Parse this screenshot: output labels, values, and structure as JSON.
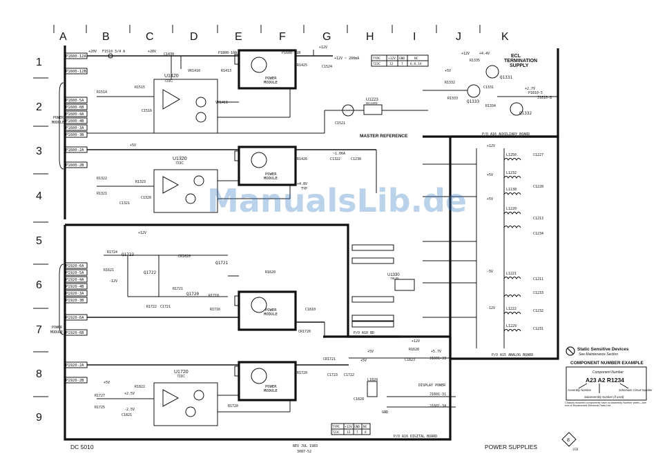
{
  "columns": [
    "A",
    "B",
    "C",
    "D",
    "E",
    "F",
    "G",
    "H",
    "I",
    "J",
    "K"
  ],
  "rows": [
    "1",
    "2",
    "3",
    "4",
    "5",
    "6",
    "7",
    "8",
    "9"
  ],
  "footer": {
    "left": "DC 5010",
    "rev": "REV JUL 1983",
    "docnum": "3087-52",
    "right": "POWER SUPPLIES",
    "badge": "8",
    "badge_code": "JCB"
  },
  "watermark": "ManualsLib.de",
  "headings": {
    "master_reference": "MASTER REFERENCE",
    "ecl": [
      "ECL",
      "TERMINATION",
      "SUPPLY"
    ]
  },
  "regulators": {
    "u1420": [
      "U1420",
      "723C"
    ],
    "u1320": [
      "U1320",
      "723C"
    ],
    "u1720": [
      "U1720",
      "723C"
    ],
    "u1223": [
      "U1223",
      "NC1403"
    ],
    "u1330": [
      "U1330",
      "78L05"
    ]
  },
  "power_module_label": [
    "POWER",
    "MODULE"
  ],
  "connector_groups": {
    "left_top": [
      "P1600-12A",
      "P1600-12B",
      "P1600-5A",
      "P1600-6B",
      "P1600-4A",
      "P1600-4B",
      "P1600-3A",
      "P1600-3B",
      "P1600-2A",
      "P1600-2B"
    ],
    "left_mid": [
      "P1920-6A",
      "P1920-5A",
      "P1920-4A",
      "P1920-4B",
      "P1920-3A",
      "P1920-3B",
      "P1920-6A",
      "P1920-6B"
    ],
    "left_bot": [
      "P1920-2A",
      "P1920-2B"
    ],
    "vert_label": [
      "POWER",
      "MODULE"
    ]
  },
  "board_labels": {
    "auxiliary": "P/O A16 AUXILIARY BOARD",
    "analog": "P/O A15 ANALOG BOARD",
    "a10": "P/O A10 BD",
    "digital": "P/O A16 DIGITAL BOARD"
  },
  "type_tables": {
    "top": {
      "head": [
        "TYPE",
        "+12V",
        "GND",
        "NC"
      ],
      "row": [
        "723C",
        "12",
        "7",
        "6,8,14"
      ]
    },
    "bottom": {
      "head": [
        "TYPE",
        "+12V",
        "GND",
        "NC"
      ],
      "row": [
        "723C",
        "12",
        "7",
        "6"
      ]
    }
  },
  "static_notice": [
    "Static Sensitive Devices",
    "See Maintenance Section"
  ],
  "component_example": {
    "title": "COMPONENT NUMBER EXAMPLE",
    "caption": "Component Number",
    "number": "A23 A2 R1234",
    "labels": [
      "Assembly Number",
      "Subassembly Number (if used)",
      "Schematic Circuit Number"
    ],
    "note": "Chassis-mounted components have no Assembly Number prefix—see end of Replaceable Electrical Parts List."
  },
  "net_labels": {
    "top_row": [
      "+20V",
      "F1510 3/4 A",
      "+20V",
      "C1430",
      "P1800-10A",
      "P1600-11B",
      "+12V",
      "+12V ~ 200mA"
    ],
    "aux": [
      "+12V",
      "+5V",
      "+4.4V",
      "R1335",
      "Q1331",
      "+2.7V",
      "P1810-5",
      "J1810-8",
      "Q1332",
      "Q1333",
      "R1334",
      "R1332",
      "R1333",
      "C1331"
    ],
    "mid": [
      "+5V",
      "~1.06A",
      "+12V",
      "-12V",
      "+5V",
      "+2.5V",
      "-2.5V",
      "+4.8V",
      "TYP"
    ],
    "analog_right": [
      "+12V",
      "L1250",
      "C1227",
      "+5V",
      "L1232",
      "L1138",
      "C1228",
      "+5V",
      "L1220",
      "C1213",
      "C1234",
      "-5V",
      "L1221",
      "C1211",
      "C1233",
      "-12V",
      "L1222",
      "C1232",
      "L1229",
      "C1231"
    ],
    "digital": [
      "+5V",
      "+12V",
      "+5.7V",
      "J1601-33",
      "DISPLAY POWER",
      "J1601-31",
      "J1601-34",
      "C1823",
      "C1828",
      "L1820",
      "GND",
      "+5V"
    ]
  },
  "refdes": [
    "R1515",
    "R1514",
    "C1516",
    "VR1410",
    "VR1411",
    "R1413",
    "R1425",
    "C1524",
    "C1521",
    "R1322",
    "R1321",
    "C1321",
    "R1323",
    "C1320",
    "R1426",
    "C1322",
    "C1230",
    "R1727",
    "R1725",
    "C1821",
    "R1822",
    "R1720",
    "R1724",
    "R1621",
    "Q1723",
    "Q1722",
    "Q1721",
    "Q1720",
    "R1620",
    "C1721",
    "R1722",
    "R1721",
    "CR1620",
    "R1716",
    "R1718",
    "CR1720",
    "C1810",
    "R1720",
    "C1723",
    "C1722",
    "CR1721",
    "R1628"
  ]
}
